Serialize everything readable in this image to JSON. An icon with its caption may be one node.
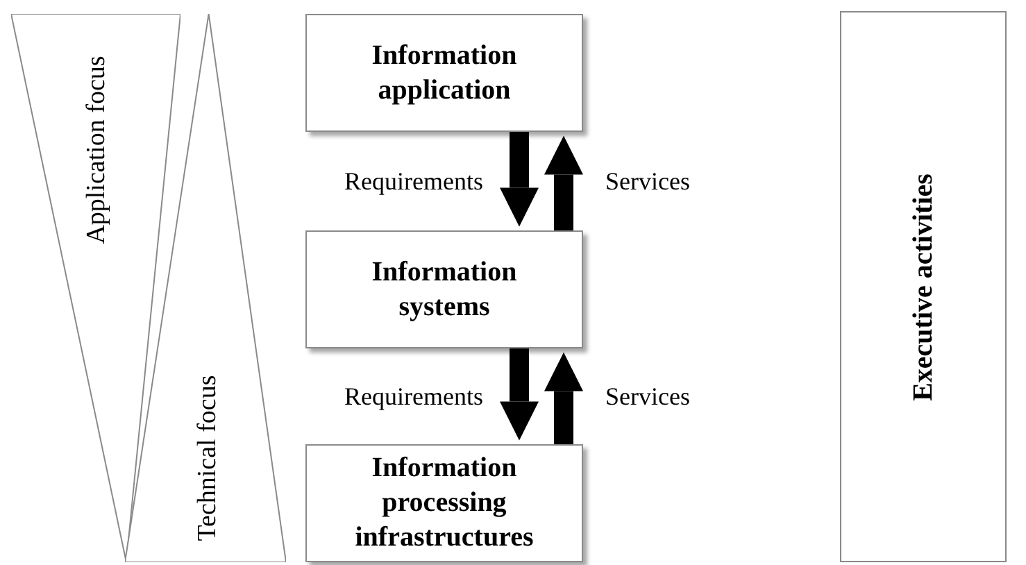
{
  "diagram": {
    "nodes": [
      {
        "text": [
          "Application focus"
        ]
      },
      {
        "text": [
          "Technical focus"
        ]
      },
      {
        "text": [
          "Information application"
        ]
      },
      {
        "text": [
          "Information systems"
        ]
      },
      {
        "text": [
          "Information processing infrastructures"
        ]
      },
      {
        "text": [
          "Executive activities"
        ]
      }
    ],
    "edges": [
      {
        "from": 2,
        "to": 3,
        "arrow": "to",
        "label": "Requirements"
      },
      {
        "from": 3,
        "to": 2,
        "arrow": "to",
        "label": "Services"
      },
      {
        "from": 3,
        "to": 4,
        "arrow": "to",
        "label": "Requirements"
      },
      {
        "from": 4,
        "to": 3,
        "arrow": "to",
        "label": "Services"
      }
    ]
  }
}
